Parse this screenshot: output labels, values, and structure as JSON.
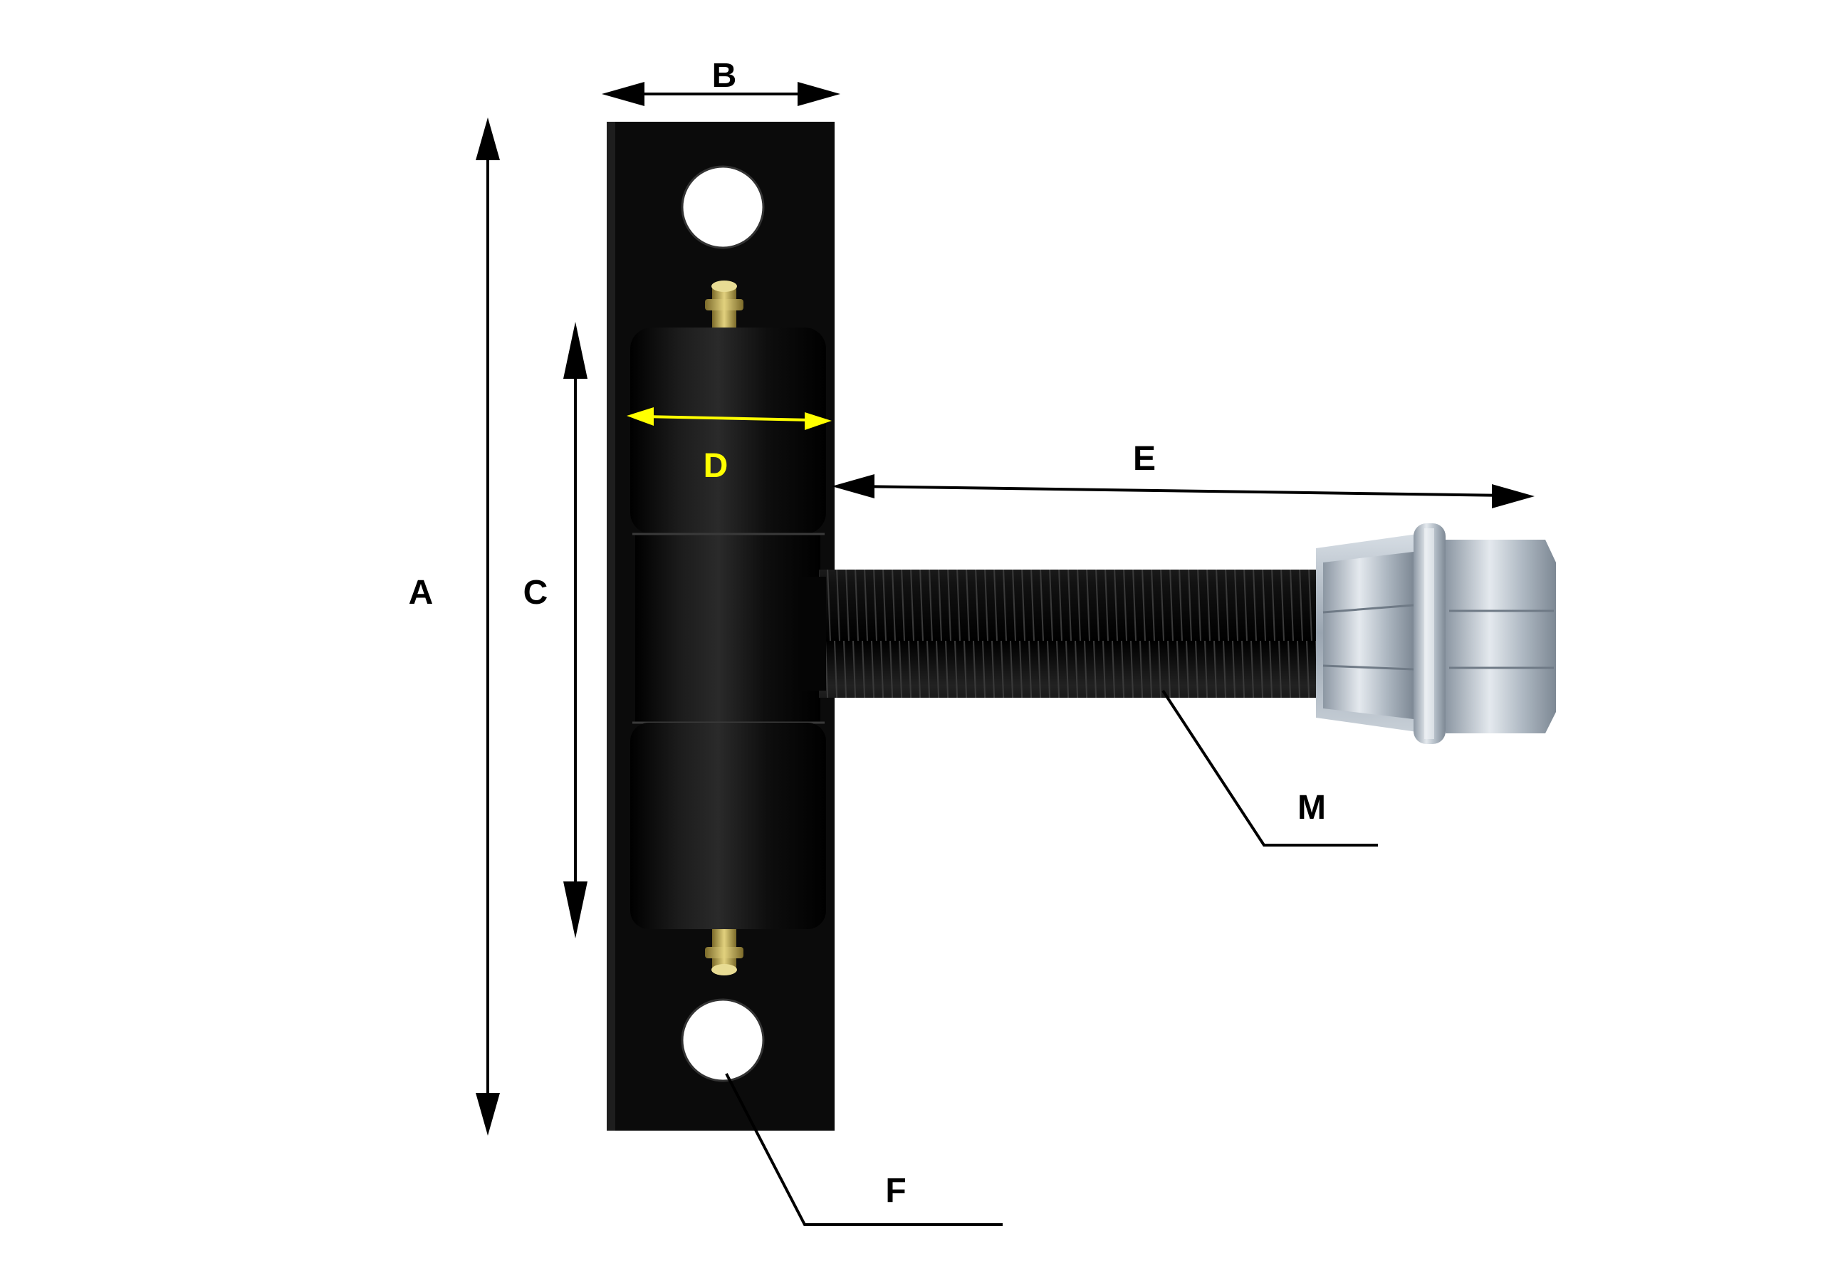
{
  "labels": {
    "a": "A",
    "b": "B",
    "c": "C",
    "d": "D",
    "e": "E",
    "f": "F",
    "m": "M"
  },
  "colors": {
    "dimension_line": "#000000",
    "highlight": "#ffff00",
    "plate": "#0b0b0b",
    "bolt": "#080808",
    "zinc": "#b9c4cf",
    "brass": "#c8b45a"
  }
}
